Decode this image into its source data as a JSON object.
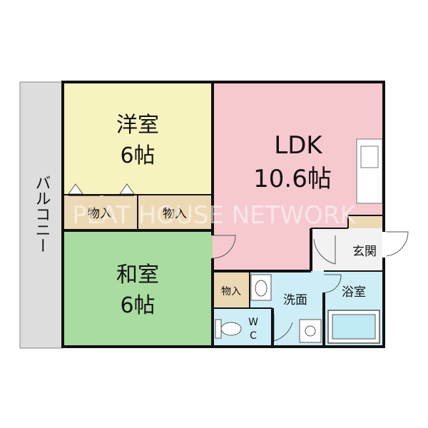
{
  "rooms": {
    "western_room": {
      "name": "洋室",
      "size": "6帖"
    },
    "japanese_room": {
      "name": "和室",
      "size": "6帖"
    },
    "ldk": {
      "name": "LDK",
      "size": "10.6帖"
    },
    "balcony": {
      "name": "バルコニー"
    },
    "storage_1": {
      "name": "物入"
    },
    "storage_2": {
      "name": "物入"
    },
    "storage_3": {
      "name": "物入"
    },
    "entrance": {
      "name": "玄関"
    },
    "washroom": {
      "name": "洗面"
    },
    "bathroom": {
      "name": "浴室"
    },
    "wc": {
      "line1": "W",
      "line2": "C"
    }
  },
  "watermark": "PLAT HOUSE NETWORK",
  "colors": {
    "western_room": "#f7f3bf",
    "japanese_room": "#a9dca0",
    "ldk": "#f6c9cf",
    "storage": "#ecd9b4",
    "wet_area": "#cdeef6",
    "balcony": "#dddddd",
    "entrance": "#f2f2f2",
    "wall": "#111111"
  }
}
